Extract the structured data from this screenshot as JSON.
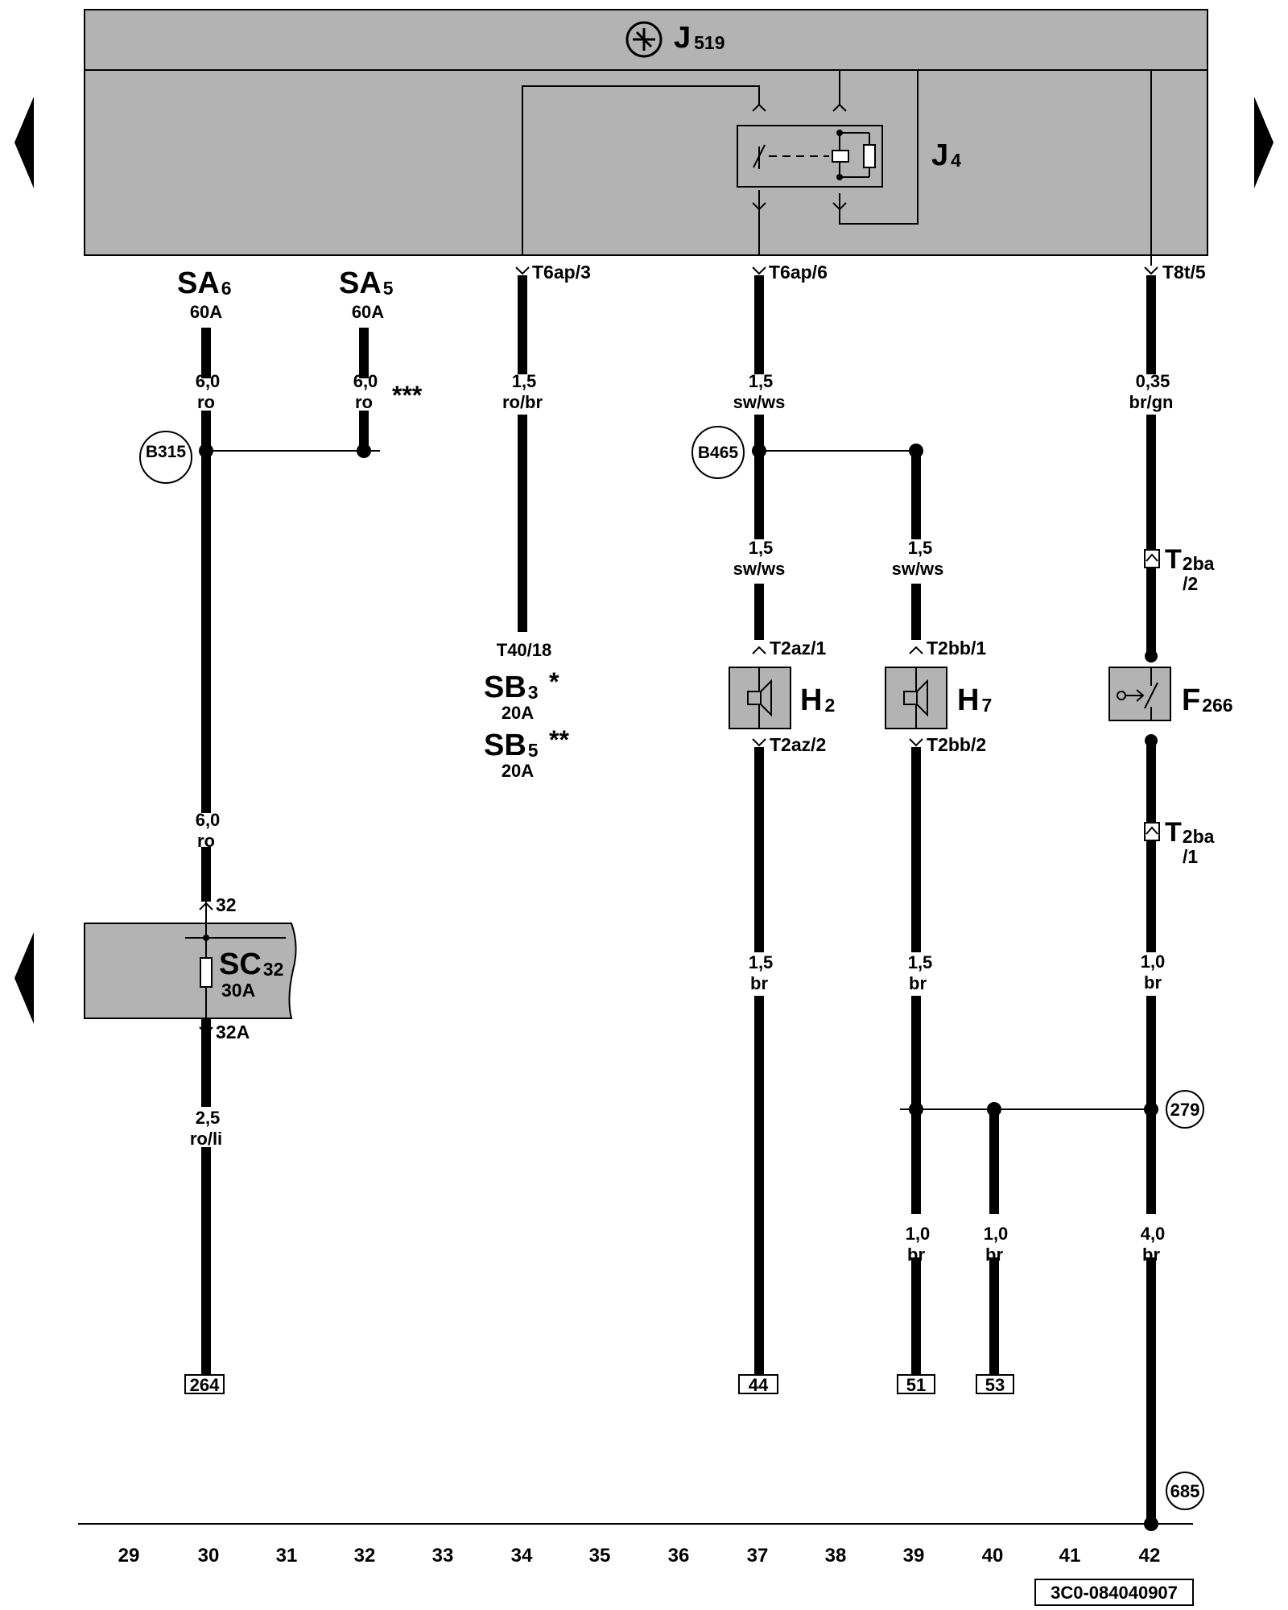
{
  "diagram": {
    "control_unit": {
      "name": "J",
      "sub": "519"
    },
    "relay": {
      "name": "J",
      "sub": "4"
    },
    "fuses_top": [
      {
        "name": "SA",
        "sub": "6",
        "rating": "60A"
      },
      {
        "name": "SA",
        "sub": "5",
        "rating": "60A"
      }
    ],
    "fuse_sc": {
      "name": "SC",
      "sub": "32",
      "rating": "30A",
      "pin_in": "32",
      "pin_out": "32A"
    },
    "fuses_sb": [
      {
        "name": "SB",
        "sub": "3",
        "rating": "20A",
        "mark": "*"
      },
      {
        "name": "SB",
        "sub": "5",
        "rating": "20A",
        "mark": "**"
      }
    ],
    "mark_sa5": "***",
    "connectors": {
      "t6ap3": "T6ap/3",
      "t6ap6": "T6ap/6",
      "t8t5": "T8t/5",
      "t40_18": "T40/18",
      "t2az1": "T2az/1",
      "t2az2": "T2az/2",
      "t2bb1": "T2bb/1",
      "t2bb2": "T2bb/2",
      "t2ba_top": {
        "name": "T",
        "sub": "2ba",
        "pin": "/2"
      },
      "t2ba_bot": {
        "name": "T",
        "sub": "2ba",
        "pin": "/1"
      }
    },
    "components": {
      "h2": {
        "name": "H",
        "sub": "2"
      },
      "h7": {
        "name": "H",
        "sub": "7"
      },
      "f266": {
        "name": "F",
        "sub": "266"
      }
    },
    "wires": {
      "w1": {
        "size": "6,0",
        "color": "ro"
      },
      "w2": {
        "size": "6,0",
        "color": "ro"
      },
      "w3": {
        "size": "1,5",
        "color": "ro/br"
      },
      "w4": {
        "size": "1,5",
        "color": "sw/ws"
      },
      "w5": {
        "size": "0,35",
        "color": "br/gn"
      },
      "w6": {
        "size": "1,5",
        "color": "sw/ws"
      },
      "w7": {
        "size": "1,5",
        "color": "sw/ws"
      },
      "w8": {
        "size": "6,0",
        "color": "ro"
      },
      "w9": {
        "size": "1,5",
        "color": "br"
      },
      "w10": {
        "size": "1,5",
        "color": "br"
      },
      "w11": {
        "size": "1,0",
        "color": "br"
      },
      "w12": {
        "size": "2,5",
        "color": "ro/li"
      },
      "w13": {
        "size": "1,0",
        "color": "br"
      },
      "w14": {
        "size": "1,0",
        "color": "br"
      },
      "w15": {
        "size": "4,0",
        "color": "br"
      }
    },
    "connection_points": {
      "b315": "B315",
      "b465": "B465",
      "p279": "279",
      "p685": "685"
    },
    "references": {
      "r264": "264",
      "r44": "44",
      "r51": "51",
      "r53": "53"
    },
    "grid_numbers": [
      "29",
      "30",
      "31",
      "32",
      "33",
      "34",
      "35",
      "36",
      "37",
      "38",
      "39",
      "40",
      "41",
      "42"
    ],
    "doc_id": "3C0-084040907"
  }
}
